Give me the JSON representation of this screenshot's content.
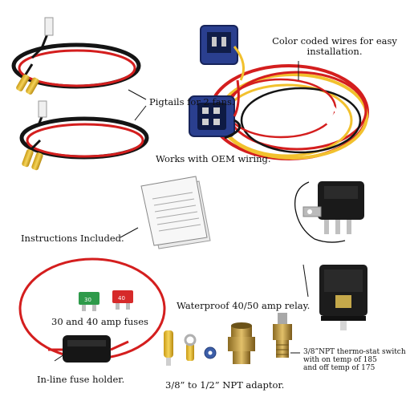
{
  "captions": {
    "color_coded": "Color coded wires for easy installation.",
    "pigtails": "Pigtails for 2 fans.",
    "oem": "Works with OEM wiring.",
    "instructions": "Instructions Included.",
    "fuses": "30 and 40 amp fuses",
    "relay": "Waterproof 40/50 amp relay.",
    "fuse_holder": "In-line fuse holder.",
    "adaptor": "3/8” to 1/2” NPT adaptor.",
    "thermo_line1": "3/8”NPT thermo-stat switch",
    "thermo_line2": "with on temp of 185",
    "thermo_line3": "and off temp of 175"
  },
  "colors": {
    "wire_red": "#d41e1e",
    "wire_yellow": "#f2c12e",
    "wire_black": "#141414",
    "connector_blue": "#2a3f8f",
    "fuse_green": "#2e9a4a",
    "fuse_red": "#d62a2a",
    "brass": "#c39a3c"
  }
}
